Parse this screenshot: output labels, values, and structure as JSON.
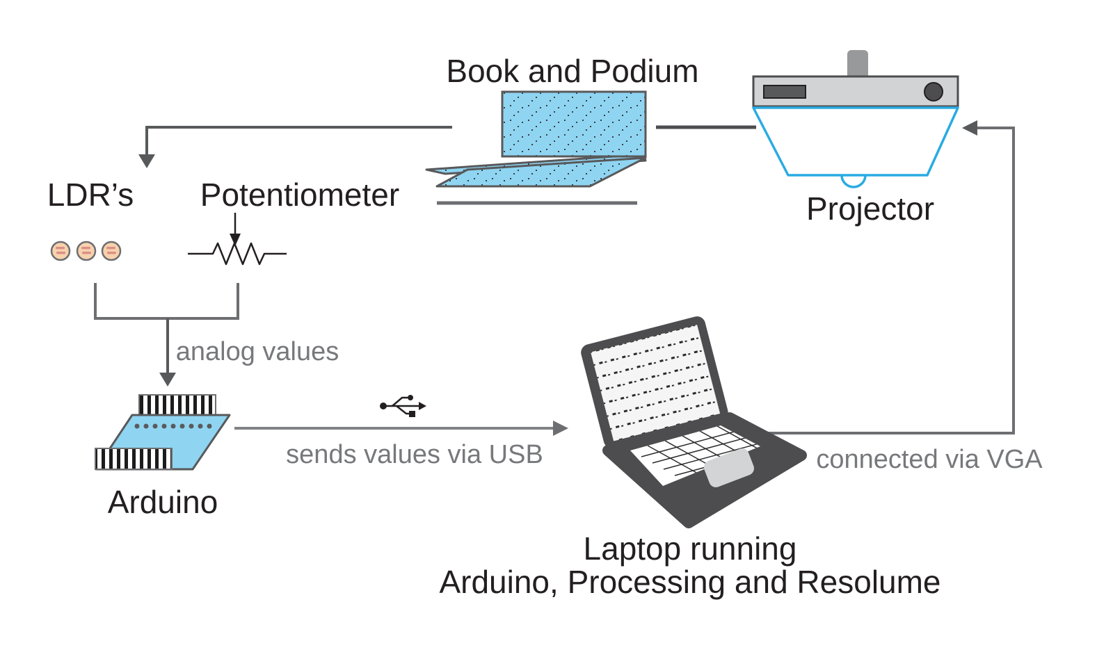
{
  "diagram": {
    "nodes": {
      "book": {
        "label": "Book and Podium"
      },
      "projector": {
        "label": "Projector"
      },
      "ldrs": {
        "label": "LDR’s"
      },
      "potentiometer": {
        "label": "Potentiometer"
      },
      "arduino": {
        "label": "Arduino"
      },
      "laptop": {
        "label_line1": "Laptop running",
        "label_line2": "Arduino, Processing and Resolume"
      }
    },
    "edges": {
      "sensors_to_arduino": {
        "label": "analog values"
      },
      "arduino_to_laptop": {
        "label": "sends values via USB"
      },
      "laptop_to_projector": {
        "label": "connected via VGA"
      }
    },
    "icons": {
      "usb": "usb-trident-icon",
      "ldr_sensor": "ldr-sensor-icon",
      "potentiometer": "potentiometer-symbol-icon"
    },
    "colors": {
      "node_fill_blue": "#8FD5F2",
      "outline_blue": "#29ABE2",
      "outline_dark": "#58595B",
      "line_gray": "#6D6E71",
      "label_gray": "#77787B",
      "device_dark": "#4D4D4F",
      "panel_gray": "#D1D3D4",
      "ldr_fill": "#F6D2AD",
      "ldr_track": "#DB8F86",
      "text_black": "#231F20",
      "background": "#FFFFFF"
    }
  }
}
